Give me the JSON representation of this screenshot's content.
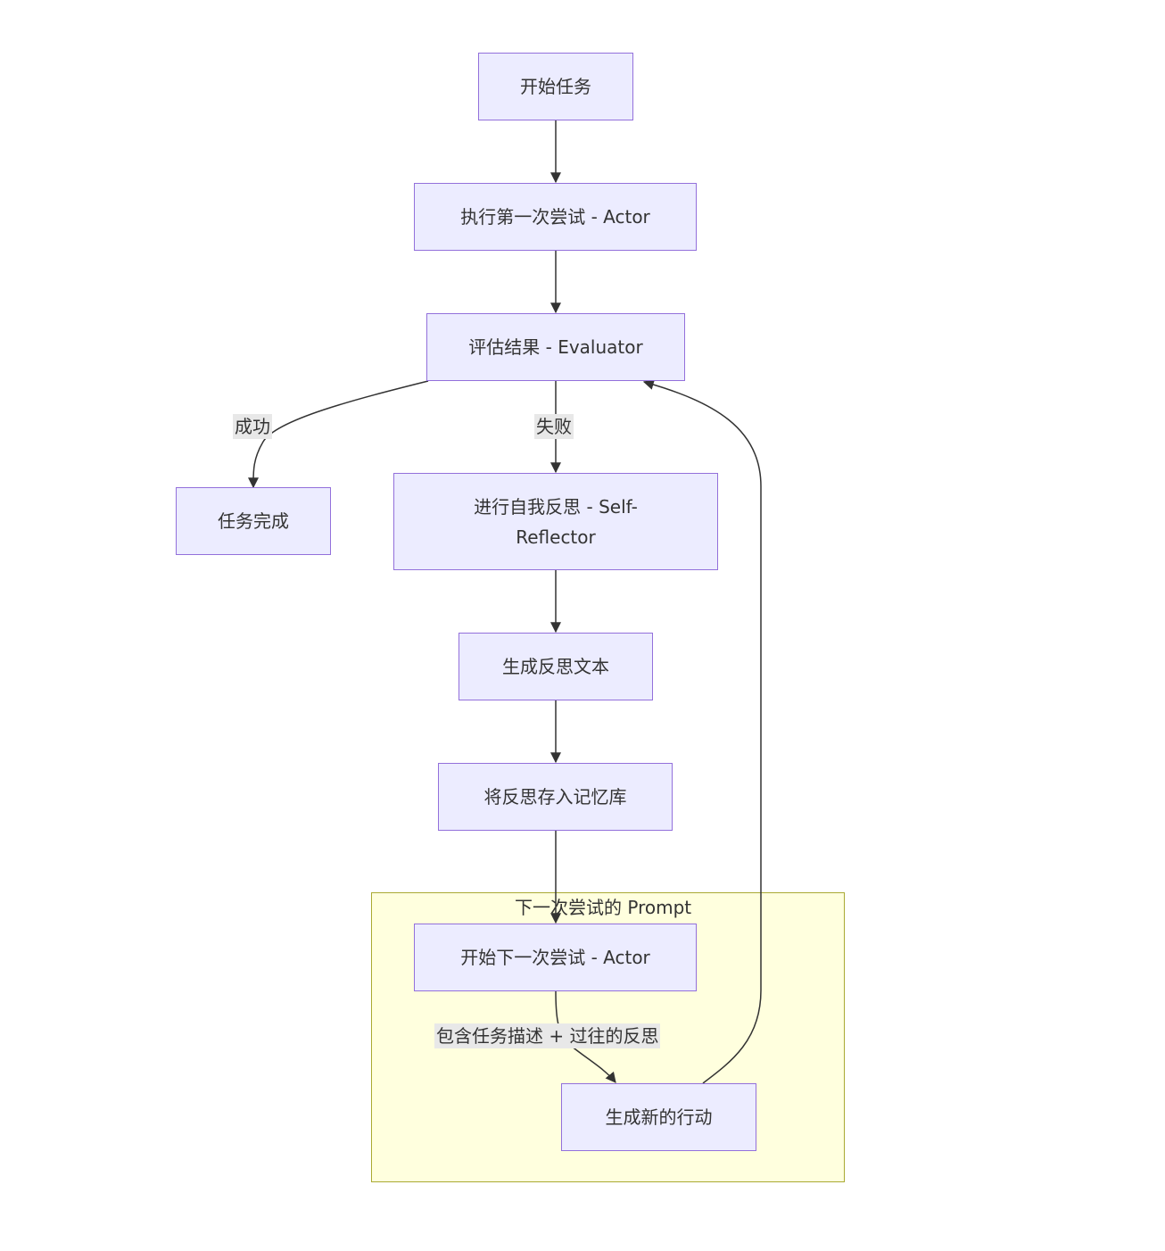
{
  "colors": {
    "node_fill": "#ECECFF",
    "node_border": "#9370DB",
    "cluster_fill": "#FFFFDE",
    "cluster_border": "#AAAA33",
    "edge": "#333333",
    "label_bg": "#E8E8E8"
  },
  "cluster": {
    "title": "下一次尝试的 Prompt"
  },
  "nodes": {
    "start": "开始任务",
    "first_try": "执行第一次尝试 - Actor",
    "evaluate": "评估结果 - Evaluator",
    "done": "任务完成",
    "reflect": "进行自我反思 - Self-Reflector",
    "gen_text": "生成反思文本",
    "store": "将反思存入记忆库",
    "next_try": "开始下一次尝试 - Actor",
    "new_action": "生成新的行动"
  },
  "edge_labels": {
    "success": "成功",
    "fail": "失败",
    "includes": "包含任务描述 + 过往的反思"
  }
}
